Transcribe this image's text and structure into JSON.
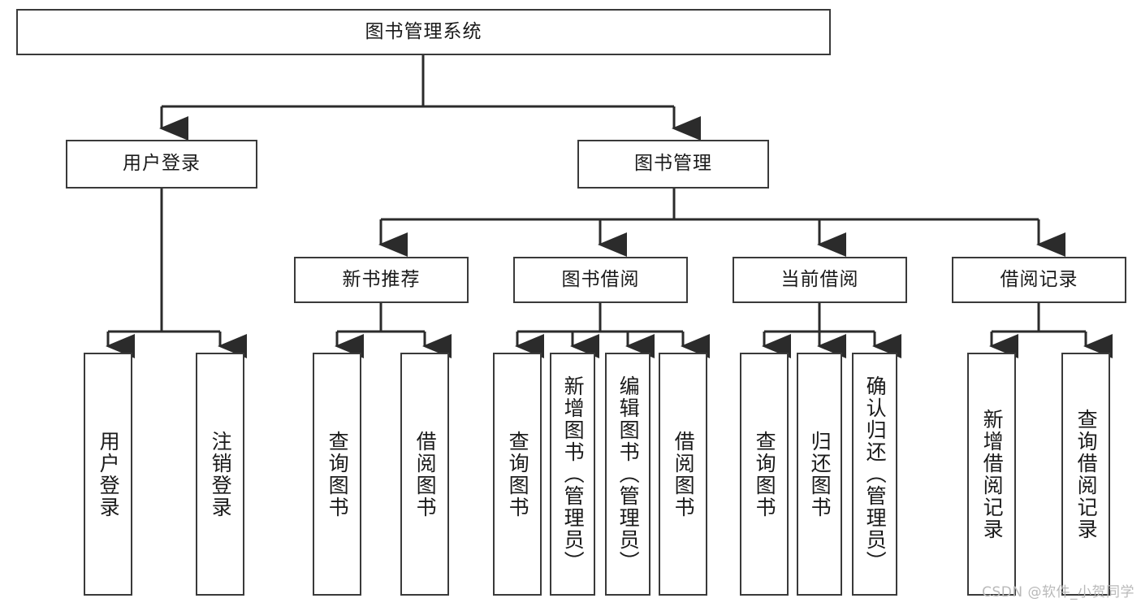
{
  "diagram": {
    "title": "图书管理系统",
    "watermark": "CSDN @软件_小贺同学",
    "colors": {
      "box_border": "#3a3a3a",
      "box_fill": "#ffffff",
      "line": "#2b2b2b",
      "text": "#1a1a1a",
      "watermark": "#b9b9b9",
      "background": "#ffffff"
    },
    "root": {
      "label": "图书管理系统"
    },
    "level2": [
      {
        "id": "user-login",
        "label": "用户登录"
      },
      {
        "id": "book-manage",
        "label": "图书管理"
      }
    ],
    "level3": [
      {
        "id": "new-book-recommend",
        "label": "新书推荐",
        "parent": "book-manage"
      },
      {
        "id": "book-borrow",
        "label": "图书借阅",
        "parent": "book-manage"
      },
      {
        "id": "current-borrow",
        "label": "当前借阅",
        "parent": "book-manage"
      },
      {
        "id": "borrow-record",
        "label": "借阅记录",
        "parent": "book-manage"
      }
    ],
    "leaves": [
      {
        "id": "leaf-user-login",
        "label": "用户登录",
        "parent": "user-login"
      },
      {
        "id": "leaf-logout",
        "label": "注销登录",
        "parent": "user-login"
      },
      {
        "id": "leaf-query-book-1",
        "label": "查询图书",
        "parent": "new-book-recommend"
      },
      {
        "id": "leaf-borrow-book-1",
        "label": "借阅图书",
        "parent": "new-book-recommend"
      },
      {
        "id": "leaf-query-book-2",
        "label": "查询图书",
        "parent": "book-borrow"
      },
      {
        "id": "leaf-add-book",
        "label": "新增图书（管理员）",
        "parent": "book-borrow"
      },
      {
        "id": "leaf-edit-book",
        "label": "编辑图书（管理员）",
        "parent": "book-borrow"
      },
      {
        "id": "leaf-borrow-book-2",
        "label": "借阅图书",
        "parent": "book-borrow"
      },
      {
        "id": "leaf-query-book-3",
        "label": "查询图书",
        "parent": "current-borrow"
      },
      {
        "id": "leaf-return-book",
        "label": "归还图书",
        "parent": "current-borrow"
      },
      {
        "id": "leaf-confirm-return",
        "label": "确认归还（管理员）",
        "parent": "current-borrow"
      },
      {
        "id": "leaf-add-record",
        "label": "新增借阅记录",
        "parent": "borrow-record"
      },
      {
        "id": "leaf-query-record",
        "label": "查询借阅记录",
        "parent": "borrow-record"
      }
    ]
  }
}
